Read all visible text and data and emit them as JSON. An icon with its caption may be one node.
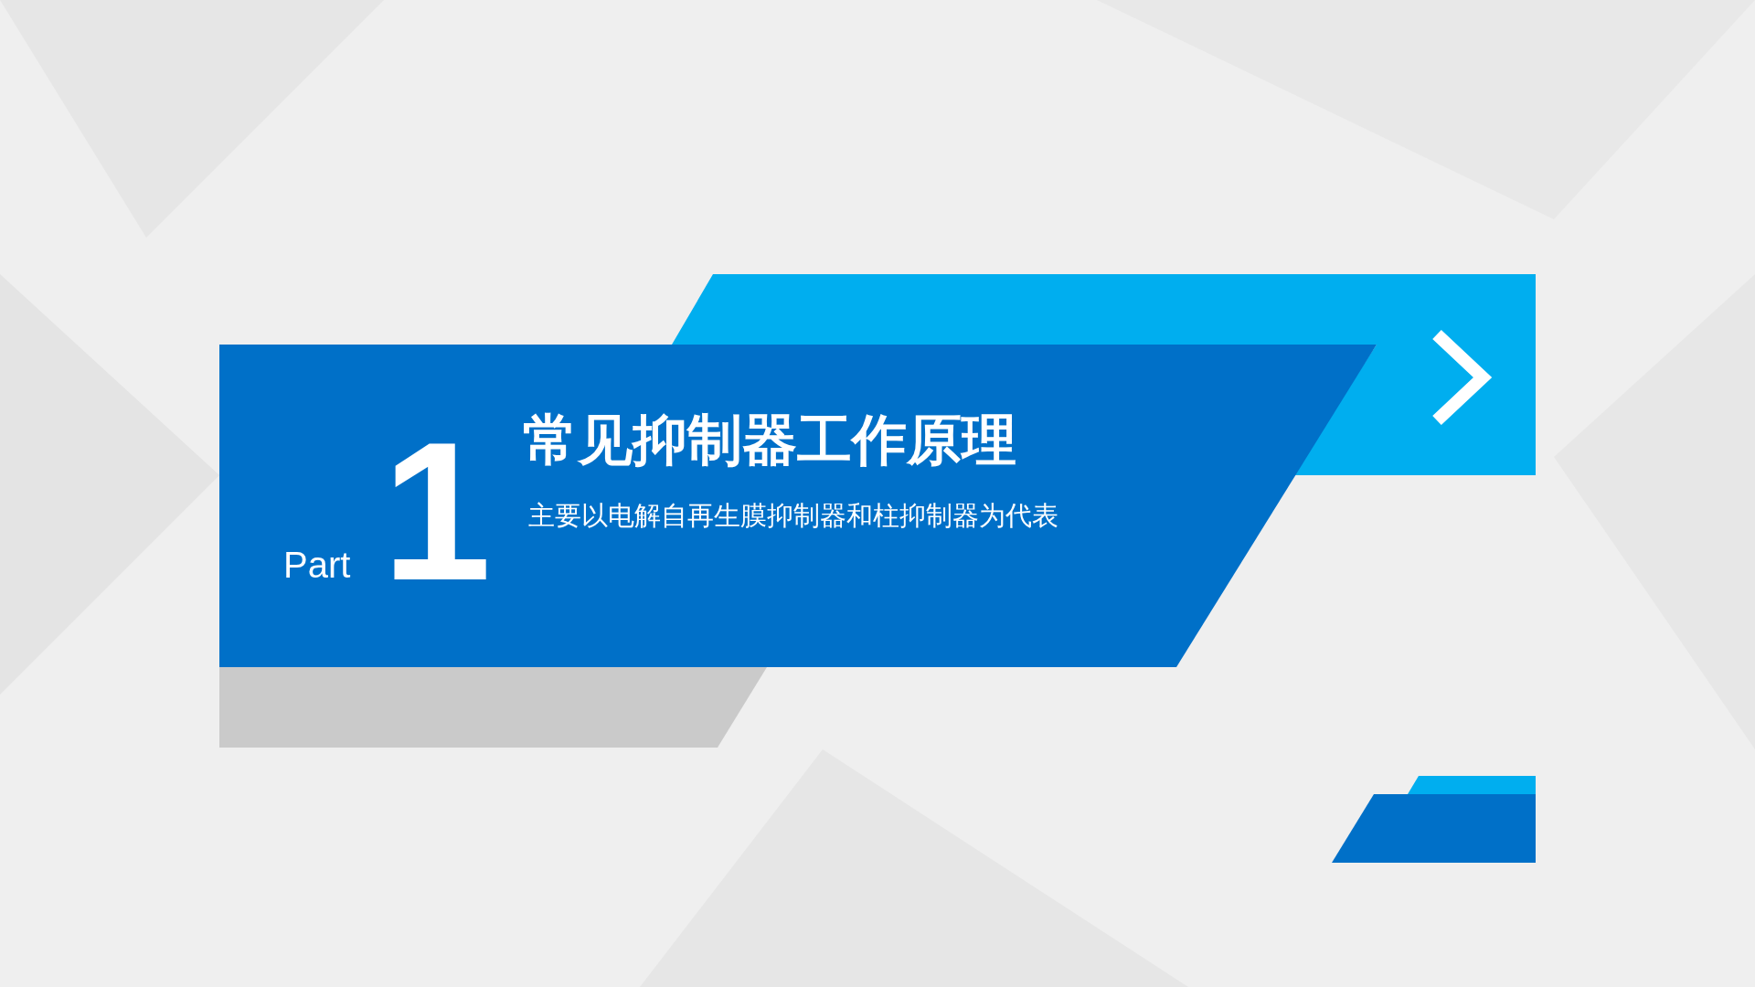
{
  "diagram": {
    "title": "常见抑制器工作原理",
    "labels": [
      "Part",
      "1",
      "主要以电解自再生膜抑制器和柱抑制器为代表"
    ]
  }
}
